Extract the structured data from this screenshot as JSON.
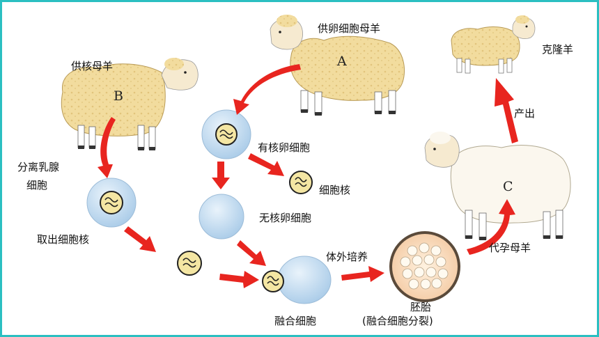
{
  "labels": {
    "donor_nucleus_ewe": "供核母羊",
    "egg_donor_ewe": "供卵细胞母羊",
    "cloned_sheep": "克隆羊",
    "separate_mammary_line1": "分离乳腺",
    "separate_mammary_line2": "细胞",
    "nucleated_egg": "有核卵细胞",
    "nucleus": "细胞核",
    "enucleated_egg": "无核卵细胞",
    "extract_nucleus": "取出细胞核",
    "in_vitro_culture": "体外培养",
    "fused_cell": "融合细胞",
    "embryo": "胚胎",
    "embryo_note": "(融合细胞分裂)",
    "surrogate_ewe": "代孕母羊",
    "born": "产出"
  },
  "sheep_letters": {
    "a": "A",
    "b": "B",
    "c": "C"
  },
  "colors": {
    "frame": "#2bbfc1",
    "arrow": "#e8251f",
    "wool": "#f2dc9e",
    "cell": "#bcd8ef",
    "nucleus_fill": "#f4e6a3"
  }
}
